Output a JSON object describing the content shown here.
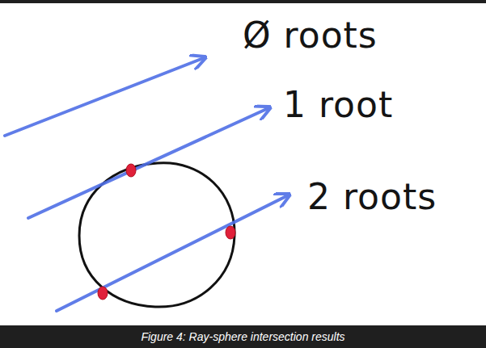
{
  "diagram": {
    "caption": "Figure 4: Ray-sphere intersection results",
    "labels": [
      "Ø roots",
      "1 root",
      "2 roots"
    ]
  }
}
